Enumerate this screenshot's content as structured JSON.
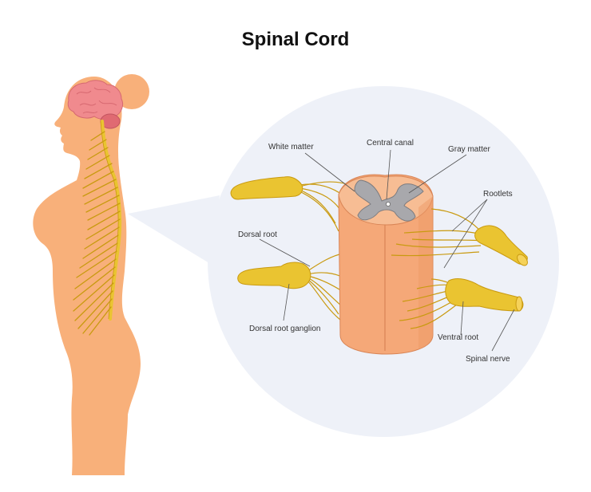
{
  "title": "Spinal Cord",
  "labels": {
    "white_matter": "White matter",
    "central_canal": "Central canal",
    "gray_matter": "Gray matter",
    "rootlets": "Rootlets",
    "dorsal_root": "Dorsal root",
    "dorsal_root_ganglion": "Dorsal root ganglion",
    "ventral_root": "Ventral root",
    "spinal_nerve": "Spinal nerve"
  },
  "colors": {
    "skin": "#F8B07A",
    "brain": "#F08A8E",
    "nerve": "#EAC431",
    "nerve_dark": "#C99A10",
    "cord": "#F5A878",
    "gray_matter": "#A8A8AC",
    "zoom_circle": "#EEF1F8"
  }
}
